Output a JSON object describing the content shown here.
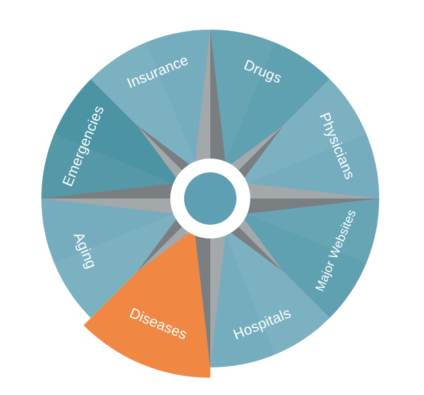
{
  "colors": {
    "segment_dark": "#4c93a4",
    "segment_mid": "#5fa1b1",
    "segment_light": "#75adbf",
    "segment_active": "#f08844",
    "star_light": "#a3a8ab",
    "star_dark": "#7a7e81",
    "hub_ring": "#ffffff",
    "hub_center": "#5f9fb4",
    "label": "#ffffff"
  },
  "segments": [
    {
      "id": "drugs",
      "label": "Drugs",
      "color": "#5fa1b1",
      "active": false
    },
    {
      "id": "physicians",
      "label": "Physicians",
      "color": "#75adbf",
      "active": false
    },
    {
      "id": "major-websites",
      "label": "Major Websites",
      "color": "#5fa1b1",
      "active": false
    },
    {
      "id": "hospitals",
      "label": "Hospitals",
      "color": "#75adbf",
      "active": false
    },
    {
      "id": "diseases",
      "label": "Diseases",
      "color": "#f08844",
      "active": true
    },
    {
      "id": "aging",
      "label": "Aging",
      "color": "#75adbf",
      "active": false
    },
    {
      "id": "emergencies",
      "label": "Emergencies",
      "color": "#4c93a4",
      "active": false
    },
    {
      "id": "insurance",
      "label": "Insurance",
      "color": "#75adbf",
      "active": false
    }
  ]
}
